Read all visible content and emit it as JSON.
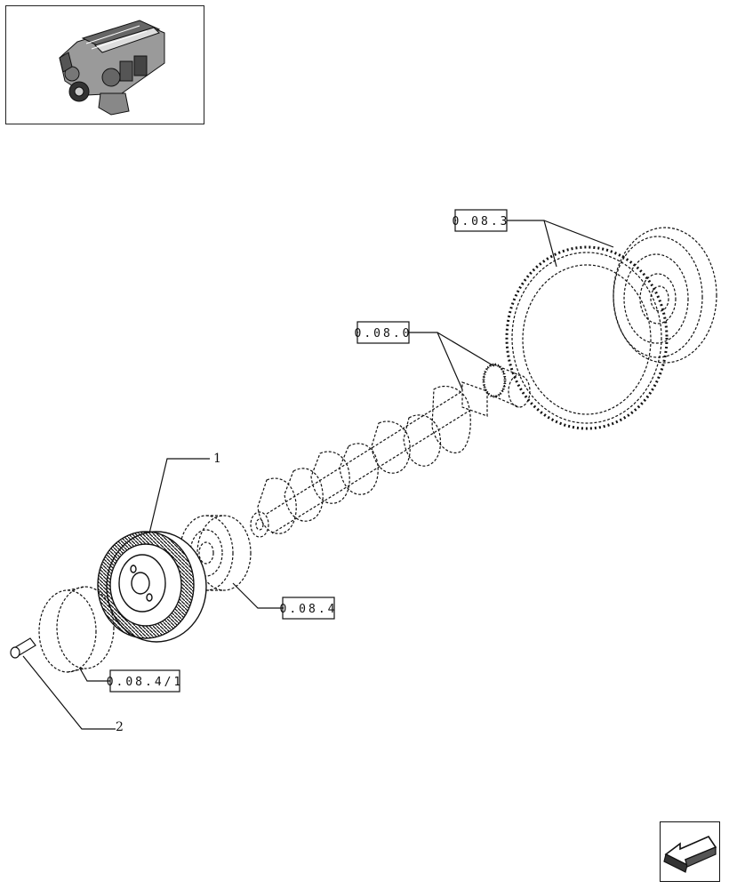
{
  "thumbnail": {
    "icon": "engine-assembly-icon"
  },
  "references": [
    {
      "id": "ref-0-08-3",
      "label": "0.08.3"
    },
    {
      "id": "ref-0-08-0",
      "label": "0.08.0"
    },
    {
      "id": "ref-0-08-4",
      "label": "0.08.4"
    },
    {
      "id": "ref-0-08-4-1",
      "label": "0.08.4/1"
    }
  ],
  "callouts": [
    {
      "id": "callout-1",
      "label": "1"
    },
    {
      "id": "callout-2",
      "label": "2"
    }
  ],
  "nav": {
    "icon": "next-page-arrow-icon"
  }
}
